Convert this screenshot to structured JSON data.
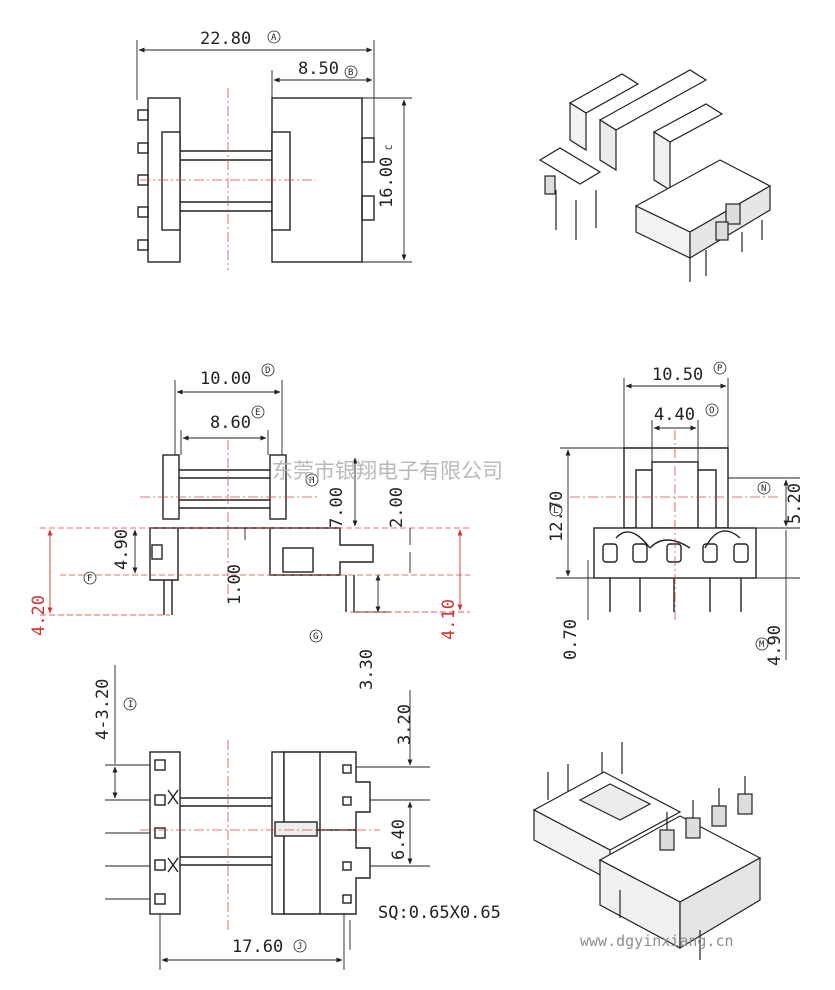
{
  "drawing": {
    "top_view": {
      "overall_width": {
        "value": "22.80",
        "marker": "A"
      },
      "flange_width": {
        "value": "8.50",
        "marker": "B"
      },
      "height": {
        "value": "16.00",
        "marker": "C"
      }
    },
    "front_view": {
      "outer_width": {
        "value": "10.00",
        "marker": "D"
      },
      "inner_width": {
        "value": "8.60",
        "marker": "E"
      },
      "dim_7_00": {
        "value": "7.00"
      },
      "dim_2_00": {
        "value": "2.00"
      },
      "dim_4_90": {
        "value": "4.90",
        "marker": "F"
      },
      "dim_1_00": {
        "value": "1.00"
      },
      "dim_3_30": {
        "value": "3.30",
        "marker": "G"
      },
      "red_left": {
        "value": "4.20"
      },
      "red_right": {
        "value": "4.10"
      },
      "marker_h": "H"
    },
    "side_view": {
      "width": {
        "value": "10.50",
        "marker": "P"
      },
      "slot": {
        "value": "4.40",
        "marker": "O"
      },
      "height": {
        "value": "12.70",
        "marker": "L"
      },
      "top_dim": {
        "value": "5.20",
        "marker": "N"
      },
      "pin_offset": {
        "value": "0.70"
      },
      "pin_length": {
        "value": "4.90",
        "marker": "M"
      }
    },
    "bottom_view": {
      "pitch": {
        "value": "4-3.20",
        "marker": "I"
      },
      "top_offset": {
        "value": "3.20"
      },
      "gap": {
        "value": "6.40"
      },
      "pin_spec": "SQ:0.65X0.65",
      "length": {
        "value": "17.60",
        "marker": "J"
      }
    }
  },
  "watermark": {
    "company": "东莞市银翔电子有限公司",
    "url": "www.dgyinxiang.cn"
  },
  "colors": {
    "line": "#222222",
    "red": "#d6312f",
    "centerline": "#e04545",
    "watermark": "#b9b9b9"
  }
}
